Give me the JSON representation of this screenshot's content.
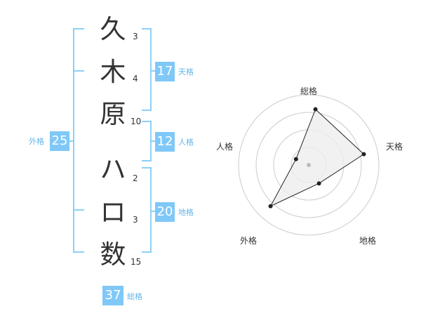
{
  "characters": [
    {
      "char": "久",
      "strokes": "3"
    },
    {
      "char": "木",
      "strokes": "4"
    },
    {
      "char": "原",
      "strokes": "10"
    },
    {
      "char": "ハ",
      "strokes": "2"
    },
    {
      "char": "ロ",
      "strokes": "3"
    },
    {
      "char": "数",
      "strokes": "15"
    }
  ],
  "fortunes": {
    "tenkaku": {
      "value": "17",
      "label": "天格"
    },
    "jinkaku": {
      "value": "12",
      "label": "人格"
    },
    "chikaku": {
      "value": "20",
      "label": "地格"
    },
    "gaikaku": {
      "value": "25",
      "label": "外格"
    },
    "soukaku": {
      "value": "37",
      "label": "総格"
    }
  },
  "chart_data": {
    "type": "radar",
    "axes": [
      "総格",
      "天格",
      "地格",
      "外格",
      "人格"
    ],
    "values": [
      4,
      4,
      1.5,
      4,
      1
    ],
    "range": [
      0,
      5
    ],
    "rings": 4,
    "colors": {
      "ring": "#cccccc",
      "fill": "#eeeeee",
      "line": "#222222",
      "point": "#222222",
      "center": "#bbbbbb"
    }
  },
  "colors": {
    "accent": "#7fc8f8"
  }
}
